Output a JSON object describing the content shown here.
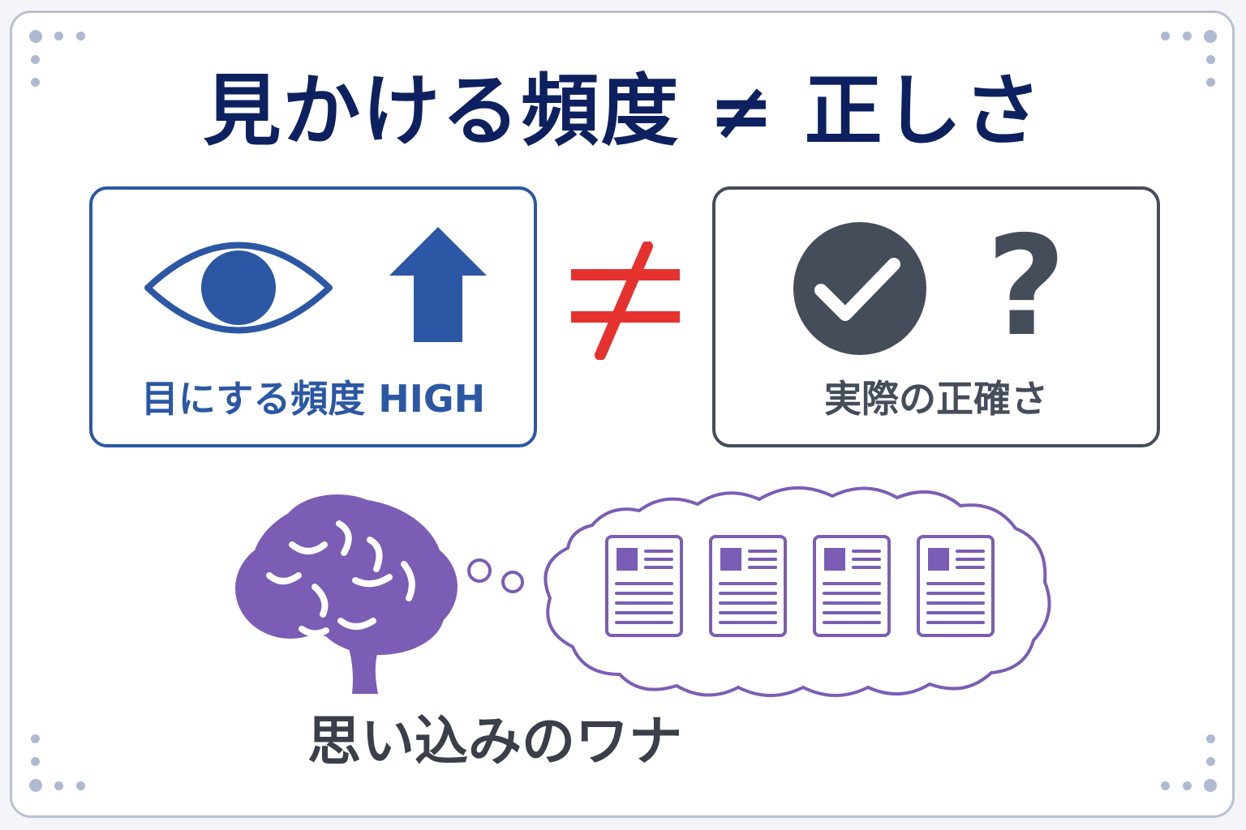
{
  "title": "見かける頻度 ≠ 正しさ",
  "left_panel": {
    "label": "目にする頻度 HIGH",
    "icons": [
      "eye-icon",
      "arrow-up-icon"
    ]
  },
  "center_symbol": "≠",
  "right_panel": {
    "label": "実際の正確さ",
    "icons": [
      "check-circle-icon",
      "question-mark"
    ],
    "question_glyph": "?"
  },
  "bottom": {
    "caption": "思い込みのワナ",
    "icons": [
      "brain-icon",
      "thought-bubble-icon",
      "document-icon"
    ],
    "document_count": 4
  },
  "colors": {
    "title": "#0d2160",
    "blue": "#2b57a5",
    "red": "#e5322f",
    "gray": "#454c5a",
    "purple": "#7b5db5",
    "caption": "#3a3f4a",
    "frame": "#b9c0d4"
  }
}
